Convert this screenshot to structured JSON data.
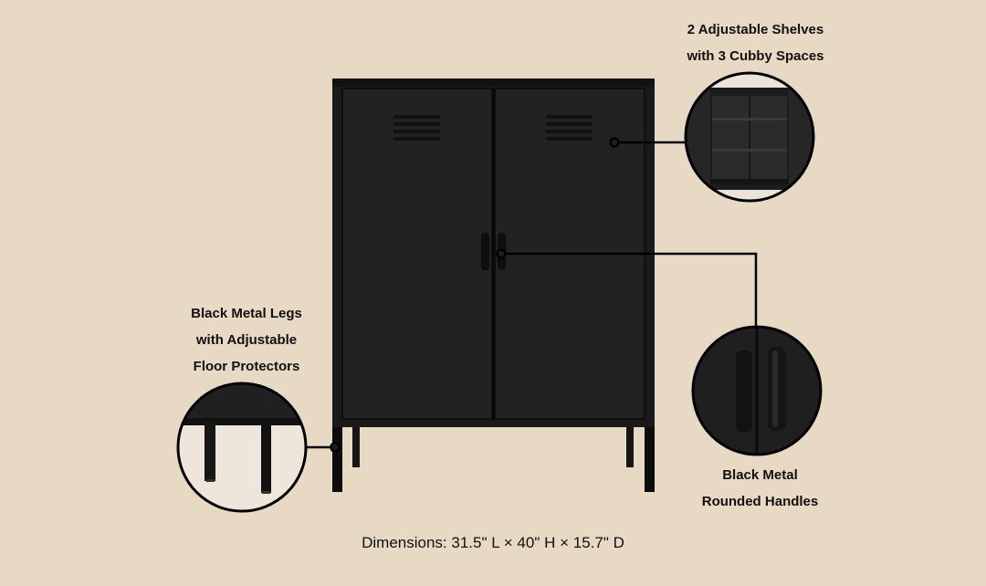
{
  "callouts": {
    "shelves": {
      "line1": "2 Adjustable Shelves",
      "line2": "with 3 Cubby Spaces"
    },
    "legs": {
      "line1": "Black Metal Legs",
      "line2": "with Adjustable",
      "line3": "Floor Protectors"
    },
    "handles": {
      "line1": "Black Metal",
      "line2": "Rounded Handles"
    }
  },
  "dimensions": "Dimensions: 31.5\" L × 40\" H × 15.7\" D",
  "colors": {
    "background": "#e8d9c5",
    "cabinet": "#1e1e1f",
    "cabinet_edge": "#0c0c0d",
    "leader_line": "#000000"
  }
}
